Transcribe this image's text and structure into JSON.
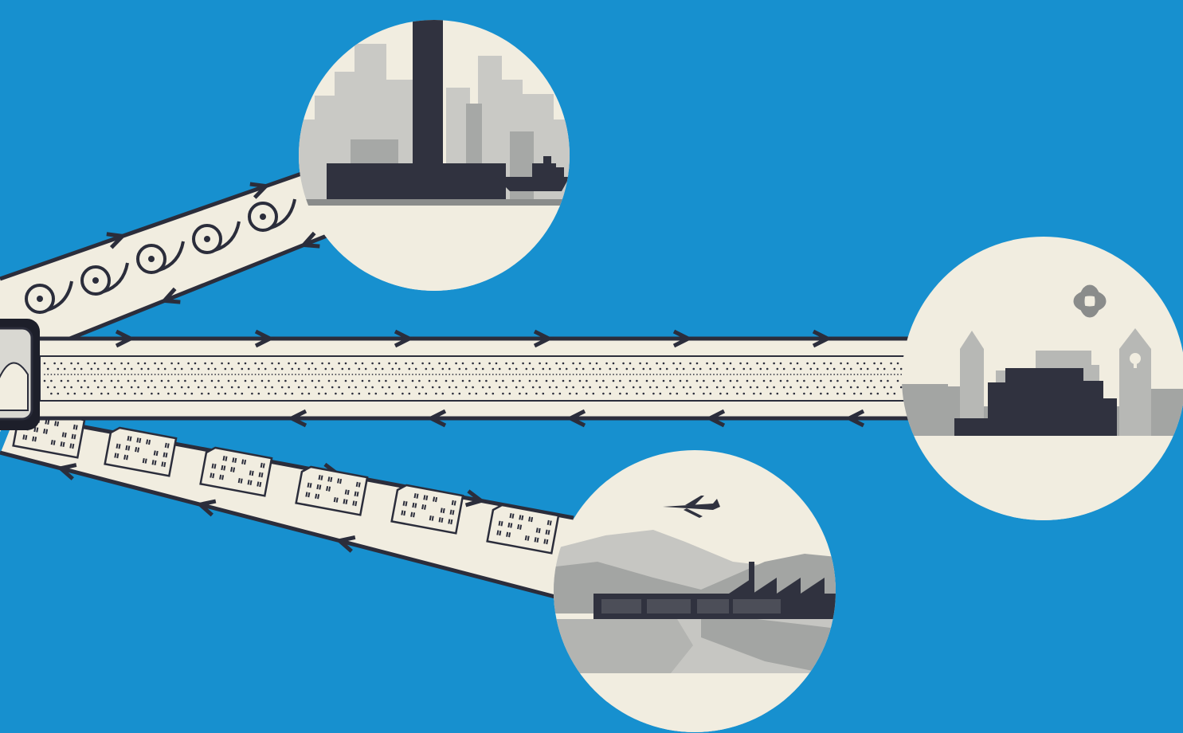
{
  "colors": {
    "background": "#1790cf",
    "band": "#f1ede0",
    "outline": "#2b2d3b",
    "circle": "#f1ede0",
    "dark_building": "#30323f",
    "grey_light": "#c6c6c2",
    "grey_mid": "#a3a5a3",
    "grey_dark": "#8a8c8b"
  },
  "scene": {
    "source": "data-terminal",
    "destinations": [
      {
        "id": "city",
        "channel": "punched-paper-tape"
      },
      {
        "id": "town",
        "channel": "perforated-tape"
      },
      {
        "id": "industry",
        "channel": "punch-cards"
      }
    ],
    "icons": [
      "tape-reel-icon",
      "punch-card-icon",
      "airplane-icon",
      "ship-icon",
      "flow-arrow-icon"
    ]
  }
}
